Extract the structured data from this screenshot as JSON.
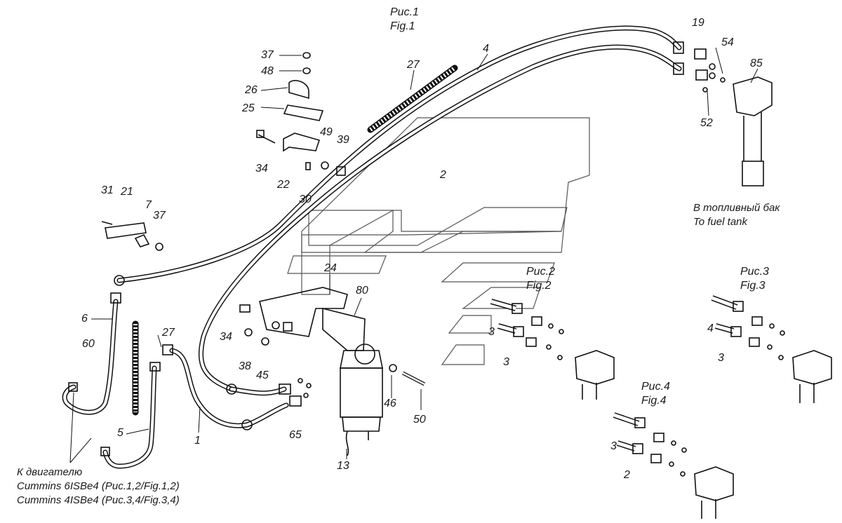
{
  "figures": {
    "fig1": {
      "ru": "Рис.1",
      "en": "Fig.1"
    },
    "fig2": {
      "ru": "Рис.2",
      "en": "Fig.2"
    },
    "fig3": {
      "ru": "Рис.3",
      "en": "Fig.3"
    },
    "fig4": {
      "ru": "Рис.4",
      "en": "Fig.4"
    }
  },
  "notes": {
    "fuel_tank_ru": "В топливный бак",
    "fuel_tank_en": "To fuel tank",
    "engine_ru": "К двигателю",
    "engine_6": "Cummins 6ISBe4 (Рис.1,2/Fig.1,2)",
    "engine_4": "Cummins 4ISBe4 (Рис.3,4/Fig.3,4)"
  },
  "parts": {
    "p37a": "37",
    "p48": "48",
    "p26": "26",
    "p25": "25",
    "p49": "49",
    "p39": "39",
    "p34a": "34",
    "p22": "22",
    "p30": "30",
    "p31": "31",
    "p21": "21",
    "p7": "7",
    "p37b": "37",
    "p27a": "27",
    "p4": "4",
    "p2": "2",
    "p19": "19",
    "p54": "54",
    "p85": "85",
    "p52": "52",
    "p24": "24",
    "p80": "80",
    "p34b": "34",
    "p38": "38",
    "p45": "45",
    "p6": "6",
    "p60": "60",
    "p27b": "27",
    "p5": "5",
    "p1": "1",
    "p65": "65",
    "p13": "13",
    "p46": "46",
    "p50": "50",
    "f2_3a": "3",
    "f2_3b": "3",
    "f3_4": "4",
    "f3_3": "3",
    "f4_3": "3",
    "f4_2": "2"
  }
}
